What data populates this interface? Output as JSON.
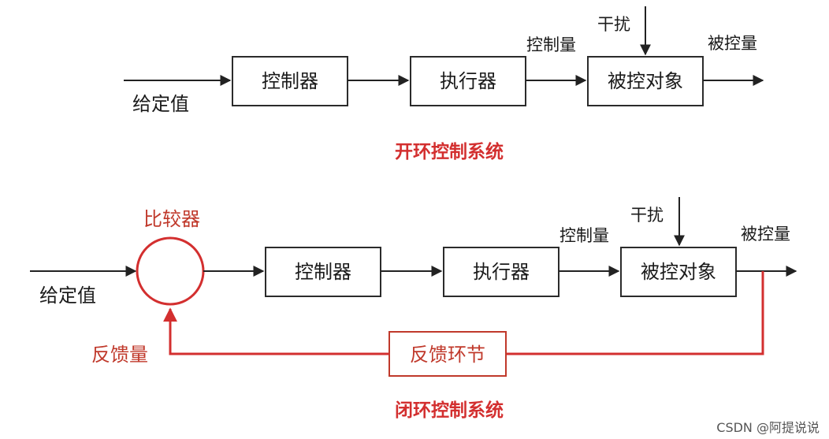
{
  "open_loop": {
    "title": "开环控制系统",
    "input_label": "给定值",
    "blocks": [
      "控制器",
      "执行器",
      "被控对象"
    ],
    "control_signal": "控制量",
    "disturbance": "干扰",
    "output_label": "被控量"
  },
  "closed_loop": {
    "title": "闭环控制系统",
    "comparator_label": "比较器",
    "input_label": "给定值",
    "blocks": [
      "控制器",
      "执行器",
      "被控对象"
    ],
    "control_signal": "控制量",
    "disturbance": "干扰",
    "output_label": "被控量",
    "feedback_block": "反馈环节",
    "feedback_signal": "反馈量"
  },
  "watermark": "CSDN @阿提说说"
}
